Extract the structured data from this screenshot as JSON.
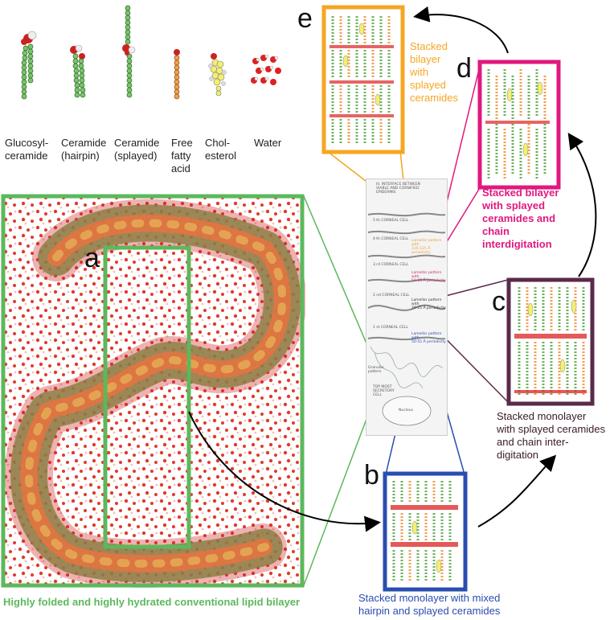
{
  "legend": [
    {
      "id": "glucosylceramide",
      "lines": [
        "Glucosyl-",
        "ceramide"
      ]
    },
    {
      "id": "ceramide-hairpin",
      "lines": [
        "Ceramide",
        "(hairpin)"
      ]
    },
    {
      "id": "ceramide-splayed",
      "lines": [
        "Ceramide",
        "(splayed)"
      ]
    },
    {
      "id": "free-fatty-acid",
      "lines": [
        "Free",
        "fatty",
        "acid"
      ]
    },
    {
      "id": "cholesterol",
      "lines": [
        "Chol-",
        "esterol"
      ]
    },
    {
      "id": "water",
      "lines": [
        "Water"
      ]
    }
  ],
  "panels": {
    "a": {
      "letter": "a",
      "caption": "Highly folded and highly hydrated conventional lipid bilayer",
      "color": "#5cb85c"
    },
    "b": {
      "letter": "b",
      "caption": [
        "Stacked monolayer with mixed",
        "hairpin and splayed ceramides"
      ],
      "color": "#2a4db0"
    },
    "c": {
      "letter": "c",
      "caption": [
        "Stacked monolayer",
        "with splayed ceramides",
        "and chain inter-",
        "digitation"
      ],
      "color": "#5a2a4a"
    },
    "d": {
      "letter": "d",
      "caption": [
        "Stacked bilayer",
        "with splayed",
        "ceramides and",
        "chain",
        "interdigitation"
      ],
      "color": "#e0187f"
    },
    "e": {
      "letter": "e",
      "caption": [
        "Stacked",
        "bilayer",
        "with",
        "splayed",
        "ceramides"
      ],
      "color": "#f5a623"
    }
  },
  "schematic": {
    "header": [
      "III. INTERFACE BETWEEN",
      "VIABLE AND CORNIFIED",
      "EPIDERMIS"
    ],
    "cells": [
      "5 th CORNEAL CELL",
      "4 th CORNEAL CELL",
      "3 rd CORNEAL CELL",
      "2 nd CORNEAL CELL",
      "1 st CORNEAL CELL"
    ],
    "notes": [
      {
        "lines": [
          "Lamellar pattern with",
          "116-125 Å periodicity"
        ],
        "color": "#e8a040"
      },
      {
        "lines": [
          "Lamellar pattern with",
          "50-65 Å periodicity"
        ],
        "color": "#c03070"
      },
      {
        "lines": [
          "Lamellar pattern with",
          "29-25 Å periodicity"
        ],
        "color": "#333333"
      },
      {
        "lines": [
          "Lamellar pattern with",
          "50-55 Å periodicity"
        ],
        "color": "#2a4db0"
      }
    ],
    "granular": [
      "Granular",
      "pattern"
    ],
    "topmost": [
      "TOP MOST",
      "SECRETORY",
      "CELL"
    ],
    "nucleus": "Nucleus"
  }
}
